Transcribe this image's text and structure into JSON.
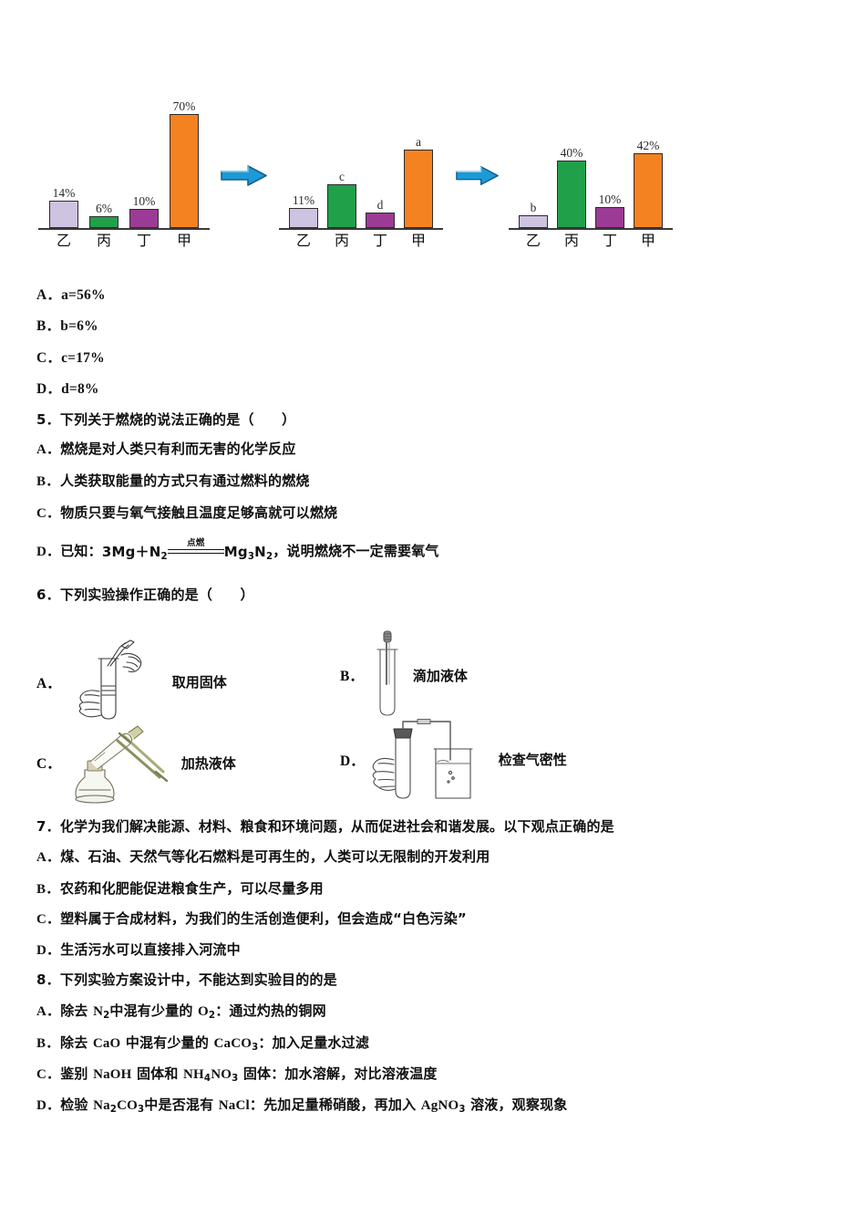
{
  "chart_data": [
    {
      "type": "bar",
      "name": "chart-initial",
      "categories": [
        "乙",
        "丙",
        "丁",
        "甲"
      ],
      "values": [
        14,
        6,
        10,
        70
      ],
      "labels": [
        "14%",
        "6%",
        "10%",
        "70%"
      ],
      "colors": [
        "#cec3e0",
        "#21a04a",
        "#9c3b96",
        "#f58220"
      ],
      "ylim": [
        0,
        75
      ],
      "title": "",
      "xlabel": "",
      "ylabel": "",
      "grid": false
    },
    {
      "type": "bar",
      "name": "chart-middle",
      "categories": [
        "乙",
        "丙",
        "丁",
        "甲"
      ],
      "values": [
        11,
        26,
        8,
        55
      ],
      "labels": [
        "11%",
        "c",
        "d",
        "a"
      ],
      "colors": [
        "#cec3e0",
        "#21a04a",
        "#9c3b96",
        "#f58220"
      ],
      "ylim": [
        0,
        75
      ],
      "title": "",
      "xlabel": "",
      "ylabel": "",
      "grid": false
    },
    {
      "type": "bar",
      "name": "chart-final",
      "categories": [
        "乙",
        "丙",
        "丁",
        "甲"
      ],
      "values": [
        8,
        40,
        10,
        42
      ],
      "labels": [
        "b",
        "40%",
        "10%",
        "42%"
      ],
      "colors": [
        "#cec3e0",
        "#21a04a",
        "#9c3b96",
        "#f58220"
      ],
      "ylim": [
        0,
        75
      ],
      "title": "",
      "xlabel": "",
      "ylabel": "",
      "grid": false
    }
  ],
  "chart_arrows": {
    "icon": "right-arrow-icon",
    "color": "#1c9ad6",
    "count": 2
  },
  "q4_options": {
    "a": {
      "letter": "A．",
      "text": "a=56%"
    },
    "b": {
      "letter": "B．",
      "text": "b=6%"
    },
    "c": {
      "letter": "C．",
      "text": "c=17%"
    },
    "d": {
      "letter": "D．",
      "text": "d=8%"
    }
  },
  "q5": {
    "stem": "5．下列关于燃烧的说法正确的是（　　）",
    "options": [
      {
        "letter": "A．",
        "text": "燃烧是对人类只有利而无害的化学反应"
      },
      {
        "letter": "B．",
        "text": "人类获取能量的方式只有通过燃料的燃烧"
      },
      {
        "letter": "C．",
        "text": "物质只要与氧气接触且温度足够高就可以燃烧"
      }
    ],
    "option_d": {
      "letter": "D．",
      "prefix": "已知：",
      "reactants": "3Mg＋N",
      "reactants_sub": "2",
      "condition": "点燃",
      "product_1": "Mg",
      "product_sub_1": "3",
      "product_2": "N",
      "product_sub_2": "2",
      "suffix": "，说明燃烧不一定需要氧气"
    }
  },
  "q6": {
    "stem": "6．下列实验操作正确的是（　　）",
    "options": [
      {
        "letter": "A．",
        "caption": "取用固体",
        "icon": "hand-test-tube-tweezers-icon"
      },
      {
        "letter": "B．",
        "caption": "滴加液体",
        "icon": "test-tube-dropper-inside-icon"
      },
      {
        "letter": "C．",
        "caption": "加热液体",
        "icon": "alcohol-lamp-heating-icon"
      },
      {
        "letter": "D．",
        "caption": "检查气密性",
        "icon": "airtightness-check-icon"
      }
    ]
  },
  "q7": {
    "stem": "7．化学为我们解决能源、材料、粮食和环境问题，从而促进社会和谐发展。以下观点正确的是",
    "options": [
      {
        "letter": "A．",
        "text": "煤、石油、天然气等化石燃料是可再生的，人类可以无限制的开发利用"
      },
      {
        "letter": "B．",
        "text": "农药和化肥能促进粮食生产，可以尽量多用"
      },
      {
        "letter": "C．",
        "text": "塑料属于合成材料，为我们的生活创造便利，但会造成“白色污染”"
      },
      {
        "letter": "D．",
        "text": "生活污水可以直接排入河流中"
      }
    ]
  },
  "q8": {
    "stem": "8．下列实验方案设计中，不能达到实验目的的是",
    "options": [
      {
        "letter": "A．",
        "parts": [
          {
            "t": "除去 "
          },
          {
            "t": "N",
            "f": 1
          },
          {
            "t": "2",
            "sub": 1
          },
          {
            "t": "中混有少量的 "
          },
          {
            "t": "O",
            "f": 1
          },
          {
            "t": "2",
            "sub": 1
          },
          {
            "t": "：通过灼热的铜网"
          }
        ]
      },
      {
        "letter": "B．",
        "parts": [
          {
            "t": "除去 "
          },
          {
            "t": "CaO",
            "f": 1
          },
          {
            "t": " 中混有少量的 "
          },
          {
            "t": "CaCO",
            "f": 1
          },
          {
            "t": "3",
            "sub": 1
          },
          {
            "t": "：加入足量水过滤"
          }
        ]
      },
      {
        "letter": "C．",
        "parts": [
          {
            "t": "鉴别 "
          },
          {
            "t": "NaOH",
            "f": 1
          },
          {
            "t": " 固体和 "
          },
          {
            "t": "NH",
            "f": 1
          },
          {
            "t": "4",
            "sub": 1
          },
          {
            "t": "NO",
            "f": 1
          },
          {
            "t": "3",
            "sub": 1
          },
          {
            "t": " 固体：加水溶解，对比溶液温度"
          }
        ]
      },
      {
        "letter": "D．",
        "parts": [
          {
            "t": "检验 "
          },
          {
            "t": "Na",
            "f": 1
          },
          {
            "t": "2",
            "sub": 1
          },
          {
            "t": "CO",
            "f": 1
          },
          {
            "t": "3",
            "sub": 1
          },
          {
            "t": "中是否混有 "
          },
          {
            "t": "NaCl",
            "f": 1
          },
          {
            "t": "：先加足量稀硝酸，再加入 "
          },
          {
            "t": "AgNO",
            "f": 1
          },
          {
            "t": "3",
            "sub": 1
          },
          {
            "t": " 溶液，观察现象"
          }
        ]
      }
    ]
  }
}
